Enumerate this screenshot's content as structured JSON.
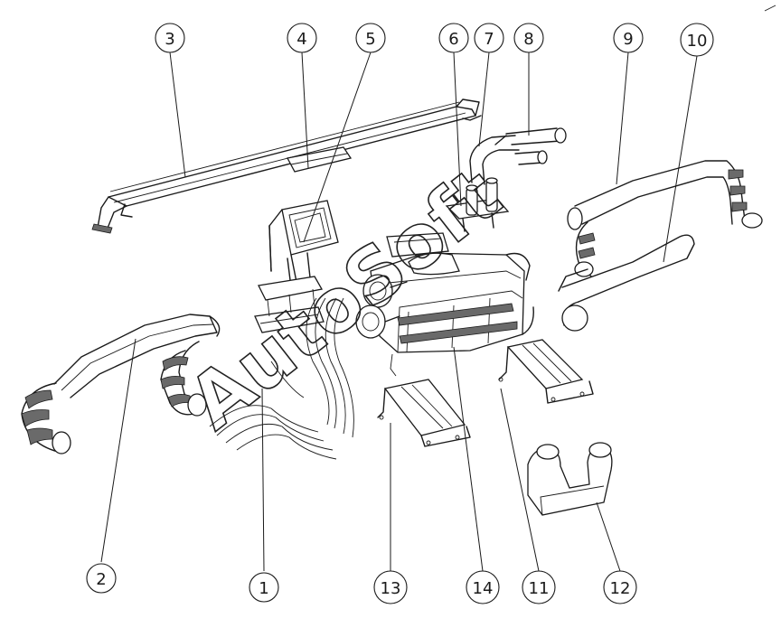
{
  "callouts": [
    {
      "id": "c1",
      "label": "1"
    },
    {
      "id": "c2",
      "label": "2"
    },
    {
      "id": "c3",
      "label": "3"
    },
    {
      "id": "c4",
      "label": "4"
    },
    {
      "id": "c5",
      "label": "5"
    },
    {
      "id": "c6",
      "label": "6"
    },
    {
      "id": "c7",
      "label": "7"
    },
    {
      "id": "c8",
      "label": "8"
    },
    {
      "id": "c9",
      "label": "9"
    },
    {
      "id": "c10",
      "label": "10"
    },
    {
      "id": "c11",
      "label": "11"
    },
    {
      "id": "c12",
      "label": "12"
    },
    {
      "id": "c13",
      "label": "13"
    },
    {
      "id": "c14",
      "label": "14"
    }
  ],
  "watermark": "AutoSoft",
  "colors": {
    "line": "#1a1a1a",
    "background": "#ffffff"
  }
}
